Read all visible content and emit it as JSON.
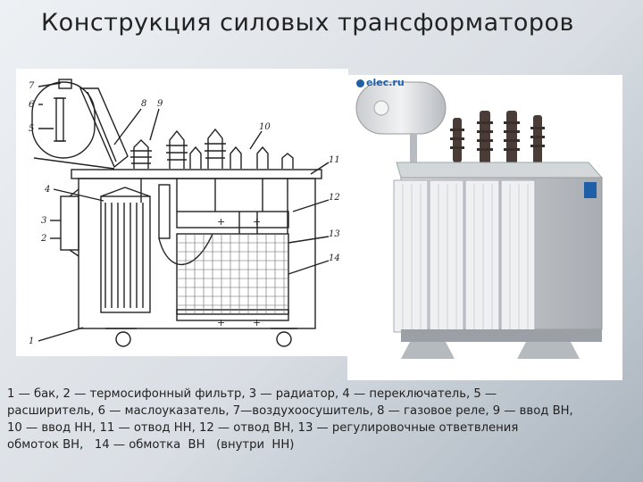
{
  "slide": {
    "title": "Конструкция силовых трансформаторов"
  },
  "drawing": {
    "labels": [
      "1",
      "2",
      "3",
      "4",
      "5",
      "6",
      "7",
      "8",
      "9",
      "10",
      "11",
      "12",
      "13",
      "14"
    ]
  },
  "photo": {
    "watermark": "elec.ru",
    "brand_color": "#1f5fa8"
  },
  "caption": {
    "lines": [
      "1 — бак, 2 — термосифонный фильтр, 3 — радиатор, 4 — переключатель, 5 —",
      "расширитель, 6 — маслоуказатель, 7—воздухоосушитель, 8 — газовое реле, 9 — ввод ВН,",
      "10 — ввод НН, 11 — отвод НН, 12 — отвод ВН, 13 — регулировочные ответвления",
      "обмоток ВН,   14 — обмотка  ВН   (внутри  НН)"
    ]
  }
}
